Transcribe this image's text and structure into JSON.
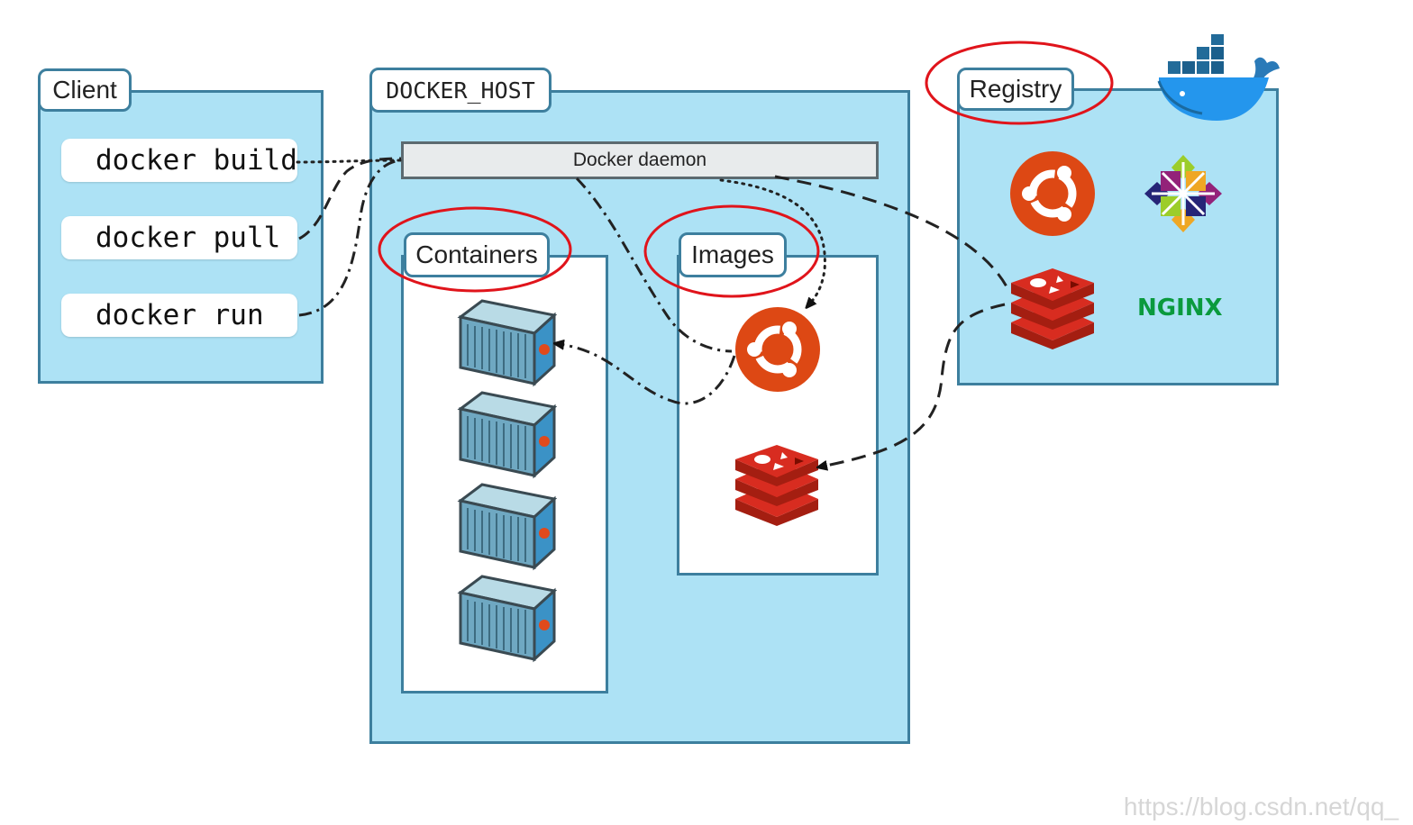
{
  "client": {
    "title": "Client",
    "commands": [
      "docker build",
      "docker pull",
      "docker run"
    ]
  },
  "host": {
    "title": "DOCKER_HOST",
    "daemon": "Docker daemon",
    "containers_title": "Containers",
    "images_title": "Images"
  },
  "registry": {
    "title": "Registry",
    "nginx_label": "NGINX"
  },
  "watermark": "https://blog.csdn.net/qq_",
  "colors": {
    "panel_fill": "#ade2f5",
    "panel_border": "#3d7f9e",
    "highlight_ellipse": "#e0141b",
    "ubuntu": "#dd4814",
    "redis": "#d82c20",
    "docker_whale": "#2496ed"
  },
  "icons": [
    "ubuntu-logo-icon",
    "redis-logo-icon",
    "centos-logo-icon",
    "nginx-logo",
    "docker-whale-icon",
    "container-icon"
  ]
}
